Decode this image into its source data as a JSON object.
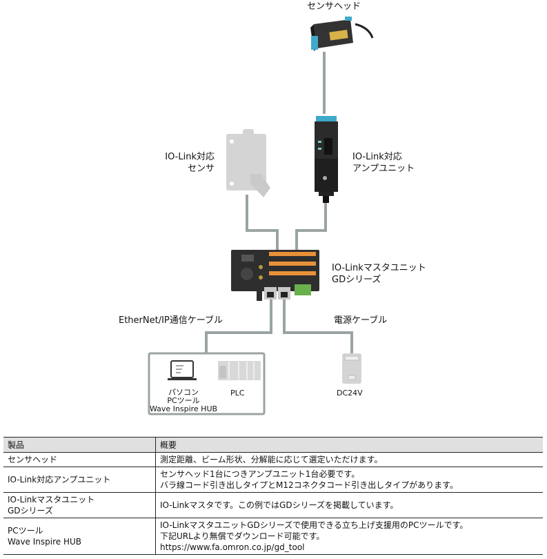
{
  "diagram": {
    "sensor_head": {
      "label": "センサヘッド"
    },
    "iolink_sensor": {
      "label_line1": "IO-Link対応",
      "label_line2": "センサ"
    },
    "amp_unit": {
      "label_line1": "IO-Link対応",
      "label_line2": "アンプユニット"
    },
    "master_unit": {
      "label_line1": "IO-Linkマスタユニット",
      "label_line2": "GDシリーズ"
    },
    "ethernet_cable": {
      "label": "EtherNet/IP通信ケーブル"
    },
    "power_cable": {
      "label": "電源ケーブル"
    },
    "pc": {
      "label_line1": "パソコン",
      "label_line2": "PCツール",
      "label_line3": "Wave Inspire HUB"
    },
    "plc": {
      "label": "PLC"
    },
    "power_supply": {
      "label": "DC24V"
    },
    "colors": {
      "cable": "#9aa3a3",
      "device_dark": "#2b2b2b",
      "device_light": "#d4d4d4",
      "accent_teal": "#3fa9c9",
      "terminal_orange": "#e8913a"
    }
  },
  "table": {
    "headers": [
      "製品",
      "概要"
    ],
    "rows": [
      {
        "product": "センサヘッド",
        "summary": "測定距離、ビーム形状、分解能に応じて選定いただけます。"
      },
      {
        "product": "IO-Link対応アンプユニット",
        "summary": "センサヘッド1台につきアンプユニット1台必要です。\nバラ線コード引き出しタイプとM12コネクタコード引き出しタイプがあります。"
      },
      {
        "product": "IO-Linkマスタユニット\nGDシリーズ",
        "summary": "IO-Linkマスタです。この例ではGDシリーズを掲載しています。"
      },
      {
        "product": "PCツール\nWave Inspire HUB",
        "summary": "IO-LinkマスタユニットGDシリーズで使用できる立ち上げ支援用のPCツールです。\n下記URLより無償でダウンロード可能です。\nhttps://www.fa.omron.co.jp/gd_tool"
      }
    ]
  }
}
